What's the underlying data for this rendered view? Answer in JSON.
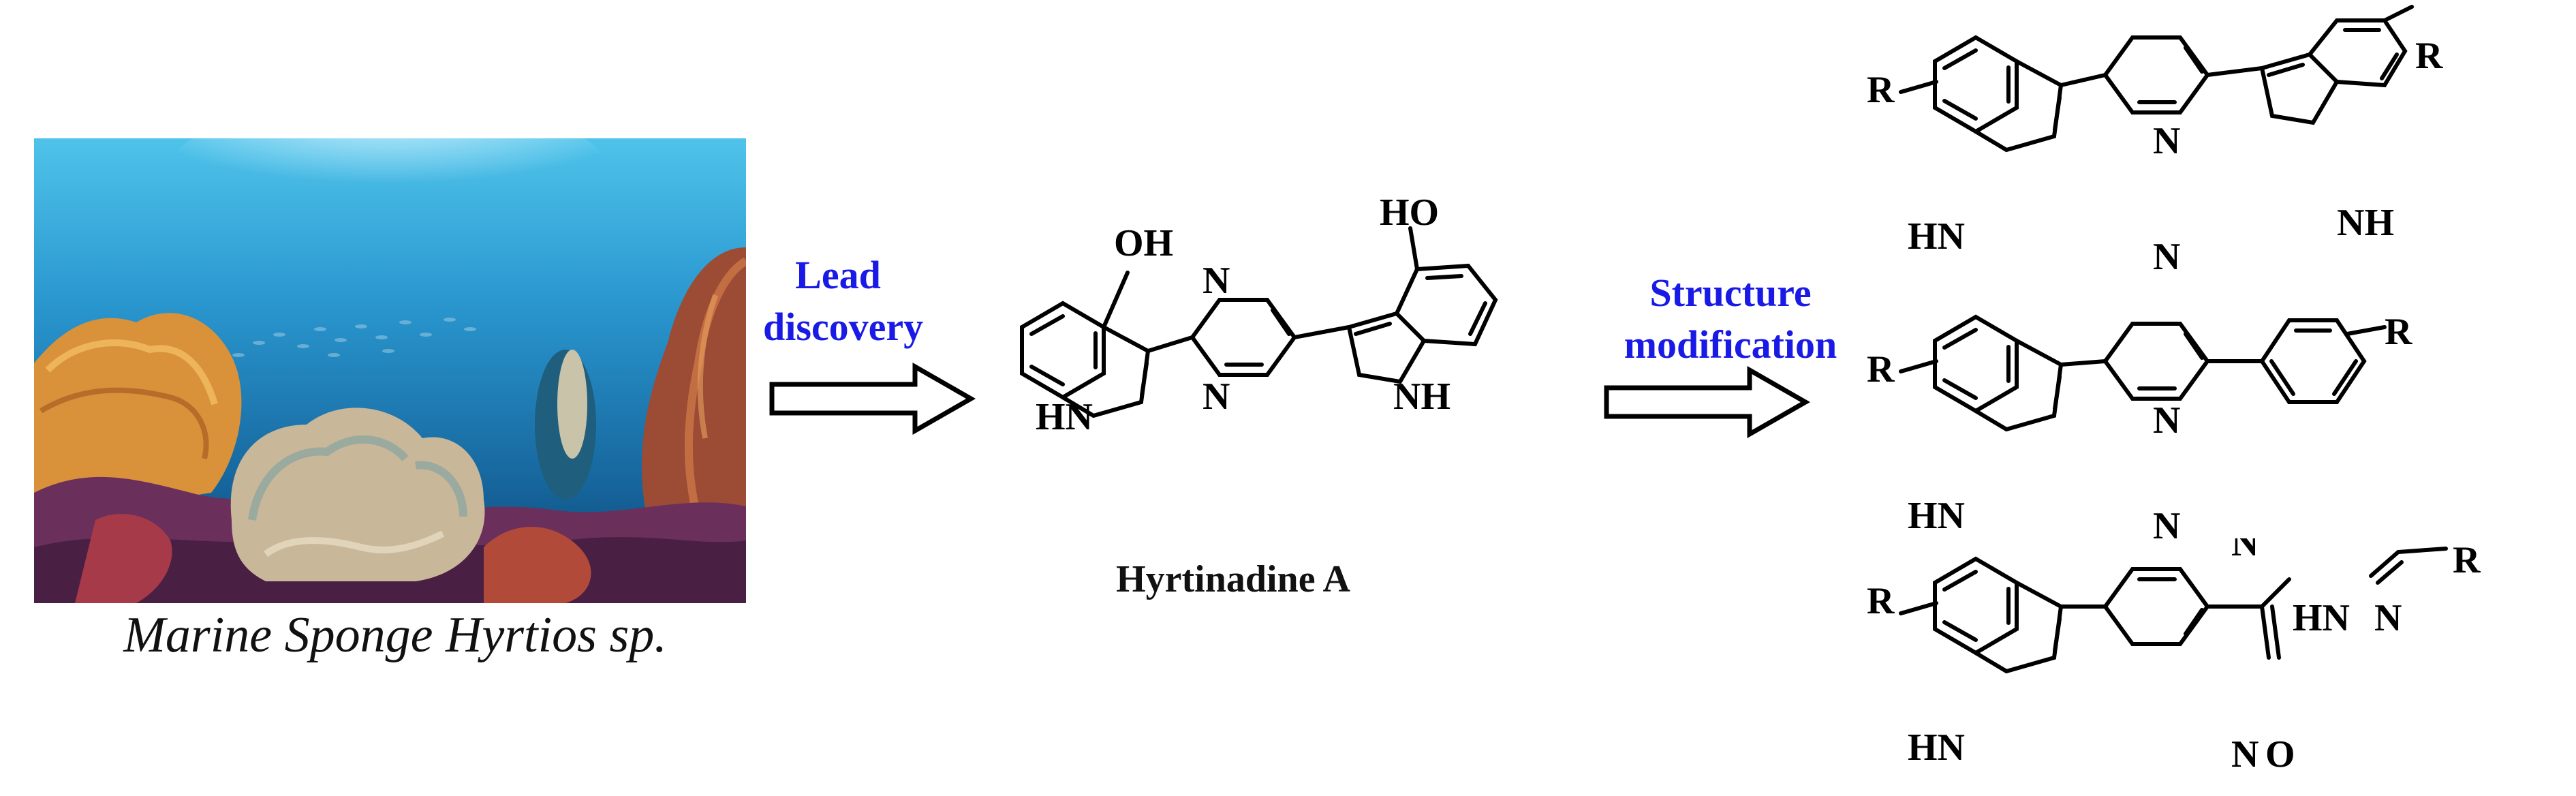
{
  "photo": {
    "caption": "Marine Sponge Hyrtios sp.",
    "colors": {
      "water_top": "#2aa7d8",
      "water_mid": "#1f86bf",
      "water_deep": "#0d4f80",
      "coral_orange": "#e09a3c",
      "coral_red": "#b24a3a",
      "coral_purple": "#7a3b6a"
    }
  },
  "steps": {
    "lead_line1": "Lead",
    "lead_line2": "discovery",
    "struct_line1": "Structure",
    "struct_line2": "modification",
    "label_color": "#1a1ae6"
  },
  "lead_compound": {
    "name": "Hyrtinadine A",
    "labels": {
      "oh_left": "OH",
      "ho_right": "HO",
      "hn_left": "HN",
      "nh_right": "NH",
      "n_top": "N",
      "n_bottom": "N"
    }
  },
  "derivatives": [
    {
      "r_left": "R",
      "r_right": "R",
      "hn": "HN",
      "nh": "NH",
      "n1": "N",
      "n2": "N"
    },
    {
      "r_left": "R",
      "r_right": "R",
      "hn": "HN",
      "n1": "N",
      "n2": "N"
    },
    {
      "r_left": "R",
      "r_right": "R",
      "hn": "HN",
      "n1": "N",
      "n2": "N",
      "hn_hydrazide": "HN",
      "n_imine": "N",
      "o": "O"
    }
  ]
}
